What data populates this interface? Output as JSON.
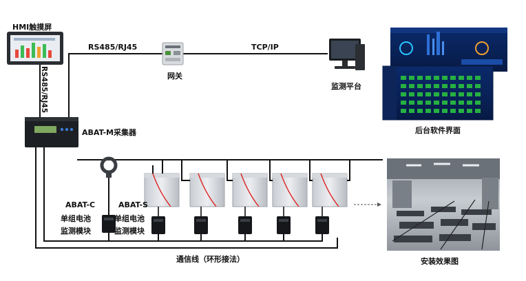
{
  "hmi": {
    "label": "HMI触摸屏"
  },
  "links": {
    "rs485_top": "RS485/RJ45",
    "rs485_side": "RS485/RJ45",
    "tcpip": "TCP/IP",
    "comm_line": "通信线（环形接法）"
  },
  "gateway": {
    "label": "网关"
  },
  "platform": {
    "label": "监测平台"
  },
  "software": {
    "label": "后台软件界面"
  },
  "collector": {
    "label": "ABAT-M采集器"
  },
  "abat_c": {
    "name": "ABAT-C",
    "line1": "单组电池",
    "line2": "监测模块"
  },
  "abat_s": {
    "name": "ABAT-S",
    "line1": "单组电池",
    "line2": "监测模块"
  },
  "install": {
    "label": "安装效果图"
  }
}
